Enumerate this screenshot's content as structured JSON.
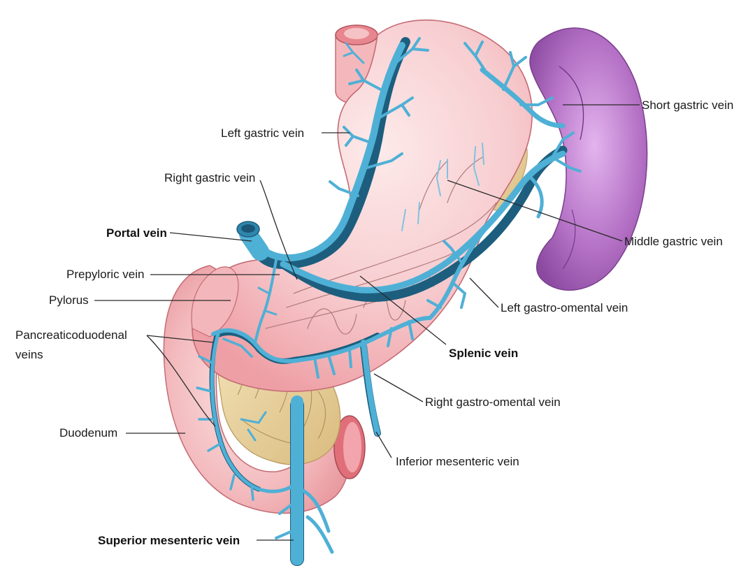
{
  "labels": {
    "short_gastric_vein": "Short gastric vein",
    "left_gastric_vein": "Left gastric vein",
    "right_gastric_vein": "Right gastric vein",
    "middle_gastric_vein": "Middle gastric vein",
    "portal_vein": "Portal vein",
    "prepyloric_vein": "Prepyloric vein",
    "pylorus": "Pylorus",
    "left_gastro_omental_vein": "Left gastro-omental vein",
    "pancreaticoduodenal_line1": "Pancreaticoduodenal",
    "pancreaticoduodenal_line2": "veins",
    "splenic_vein": "Splenic vein",
    "right_gastro_omental_vein": "Right gastro-omental vein",
    "duodenum": "Duodenum",
    "inferior_mesenteric_vein": "Inferior mesenteric vein",
    "superior_mesenteric_vein": "Superior mesenteric vein"
  },
  "colors": {
    "vein": "#4fb0d6",
    "vein_edge": "#1d5e7e",
    "stomach": "#f6c6c8",
    "stomach_highlight": "#fbe6e6",
    "spleen": "#a865b8",
    "pancreas": "#ecd6a3",
    "duodenum": "#f3b9bb",
    "leader": "#2a2a2a"
  }
}
